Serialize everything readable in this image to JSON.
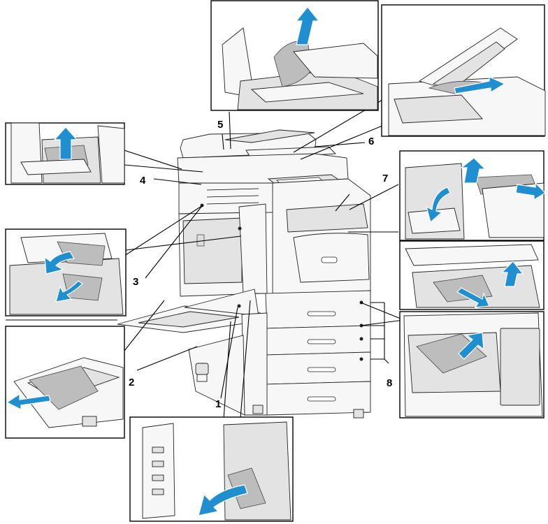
{
  "callouts": {
    "c1": "1",
    "c2": "2",
    "c3": "3",
    "c4": "4",
    "c5": "5",
    "c6": "6",
    "c7": "7",
    "c8": "8"
  },
  "colors": {
    "arrow": "#1f8fcf",
    "paper": "#bdbdbd",
    "line": "#000000"
  }
}
